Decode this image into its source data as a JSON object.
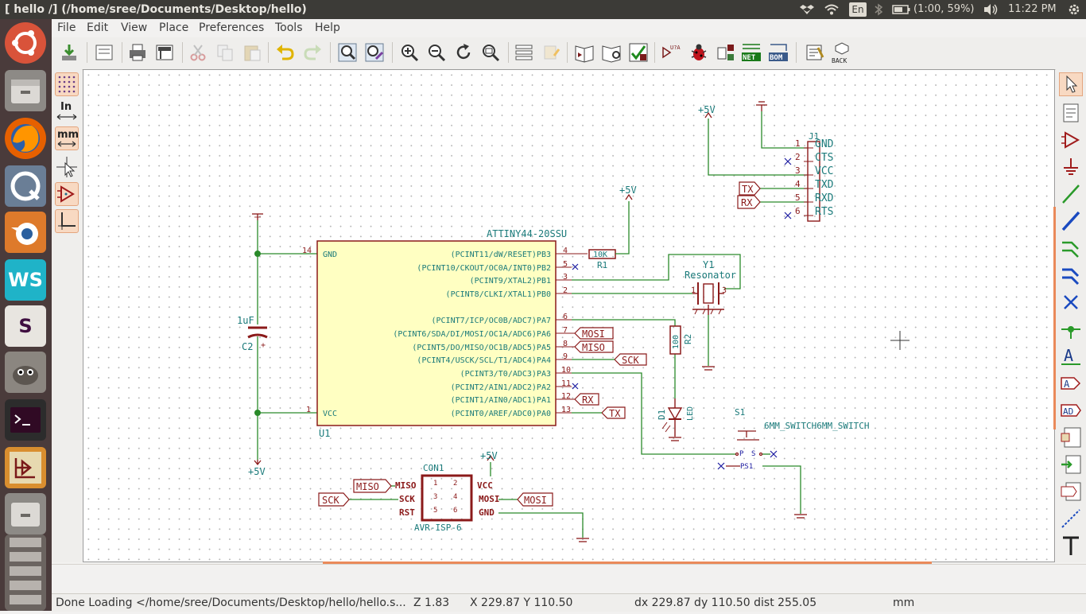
{
  "window": {
    "title": "[ hello /] (/home/sree/Documents/Desktop/hello)"
  },
  "indicators": {
    "keyboard": "En",
    "battery": "(1:00, 59%)",
    "clock": "11:22 PM"
  },
  "menu": [
    "File",
    "Edit",
    "View",
    "Place",
    "Preferences",
    "Tools",
    "Help"
  ],
  "left_toolbar": {
    "units_in": "In",
    "units_mm": "mm"
  },
  "toolbar_labels": {
    "net": "NET",
    "bom": "BOM",
    "back": "BACK",
    "annotate": "U?A 123"
  },
  "schematic": {
    "pwr_5v": "+5V",
    "u1": {
      "ref": "U1",
      "value": "ATTINY44-20SSU",
      "left_pins": [
        {
          "num": "14",
          "name": "GND"
        },
        {
          "num": "1",
          "name": "VCC"
        }
      ],
      "right_pins": [
        {
          "num": "4",
          "name": "(PCINT11/dW/RESET)PB3"
        },
        {
          "num": "5",
          "name": "(PCINT10/CKOUT/OC0A/INT0)PB2"
        },
        {
          "num": "3",
          "name": "(PCINT9/XTAL2)PB1"
        },
        {
          "num": "2",
          "name": "(PCINT8/CLKI/XTAL1)PB0"
        },
        {
          "num": "6",
          "name": "(PCINT7/ICP/OC0B/ADC7)PA7"
        },
        {
          "num": "7",
          "name": "(PCINT6/SDA/DI/MOSI/OC1A/ADC6)PA6"
        },
        {
          "num": "8",
          "name": "(PCINT5/DO/MISO/OC1B/ADC5)PA5"
        },
        {
          "num": "9",
          "name": "(PCINT4/USCK/SCL/T1/ADC4)PA4"
        },
        {
          "num": "10",
          "name": "(PCINT3/T0/ADC3)PA3"
        },
        {
          "num": "11",
          "name": "(PCINT2/AIN1/ADC2)PA2"
        },
        {
          "num": "12",
          "name": "(PCINT1/AIN0/ADC1)PA1"
        },
        {
          "num": "13",
          "name": "(PCINT0/AREF/ADC0)PA0"
        }
      ]
    },
    "c2": {
      "ref": "C2",
      "value": "1uF"
    },
    "r1": {
      "ref": "R1",
      "value": "10K"
    },
    "r2": {
      "ref": "R2",
      "value": "100"
    },
    "y1": {
      "ref": "Y1",
      "value": "Resonator",
      "pin1": "1",
      "pin3": "3"
    },
    "d1": {
      "ref": "D1",
      "value": "LED"
    },
    "s1": {
      "ref": "S1",
      "value": "6MM_SWITCH6MM_SWITCH",
      "p": "P",
      "s": "S",
      "ps1": "PS1"
    },
    "j1": {
      "ref": "J1",
      "pins": [
        {
          "num": "1",
          "name": "GND"
        },
        {
          "num": "2",
          "name": "CTS"
        },
        {
          "num": "3",
          "name": "VCC"
        },
        {
          "num": "4",
          "name": "TXD"
        },
        {
          "num": "5",
          "name": "RXD"
        },
        {
          "num": "6",
          "name": "RTS"
        }
      ]
    },
    "con1": {
      "ref": "CON1",
      "value": "AVR-ISP-6",
      "left_names": [
        "MISO",
        "SCK",
        "RST"
      ],
      "left_nums": [
        "1",
        "3",
        "5"
      ],
      "right_nums": [
        "2",
        "4",
        "6"
      ],
      "right_names": [
        "VCC",
        "MOSI",
        "GND"
      ]
    },
    "labels": {
      "mosi": "MOSI",
      "miso": "MISO",
      "sck": "SCK",
      "rx": "RX",
      "tx": "TX"
    }
  },
  "status": {
    "message": "Done Loading </home/sree/Documents/Desktop/hello/hello.s...",
    "zoom": "Z 1.83",
    "xy": "X 229.87  Y 110.50",
    "dxy": "dx 229.87  dy 110.50  dist 255.05",
    "units": "mm"
  }
}
